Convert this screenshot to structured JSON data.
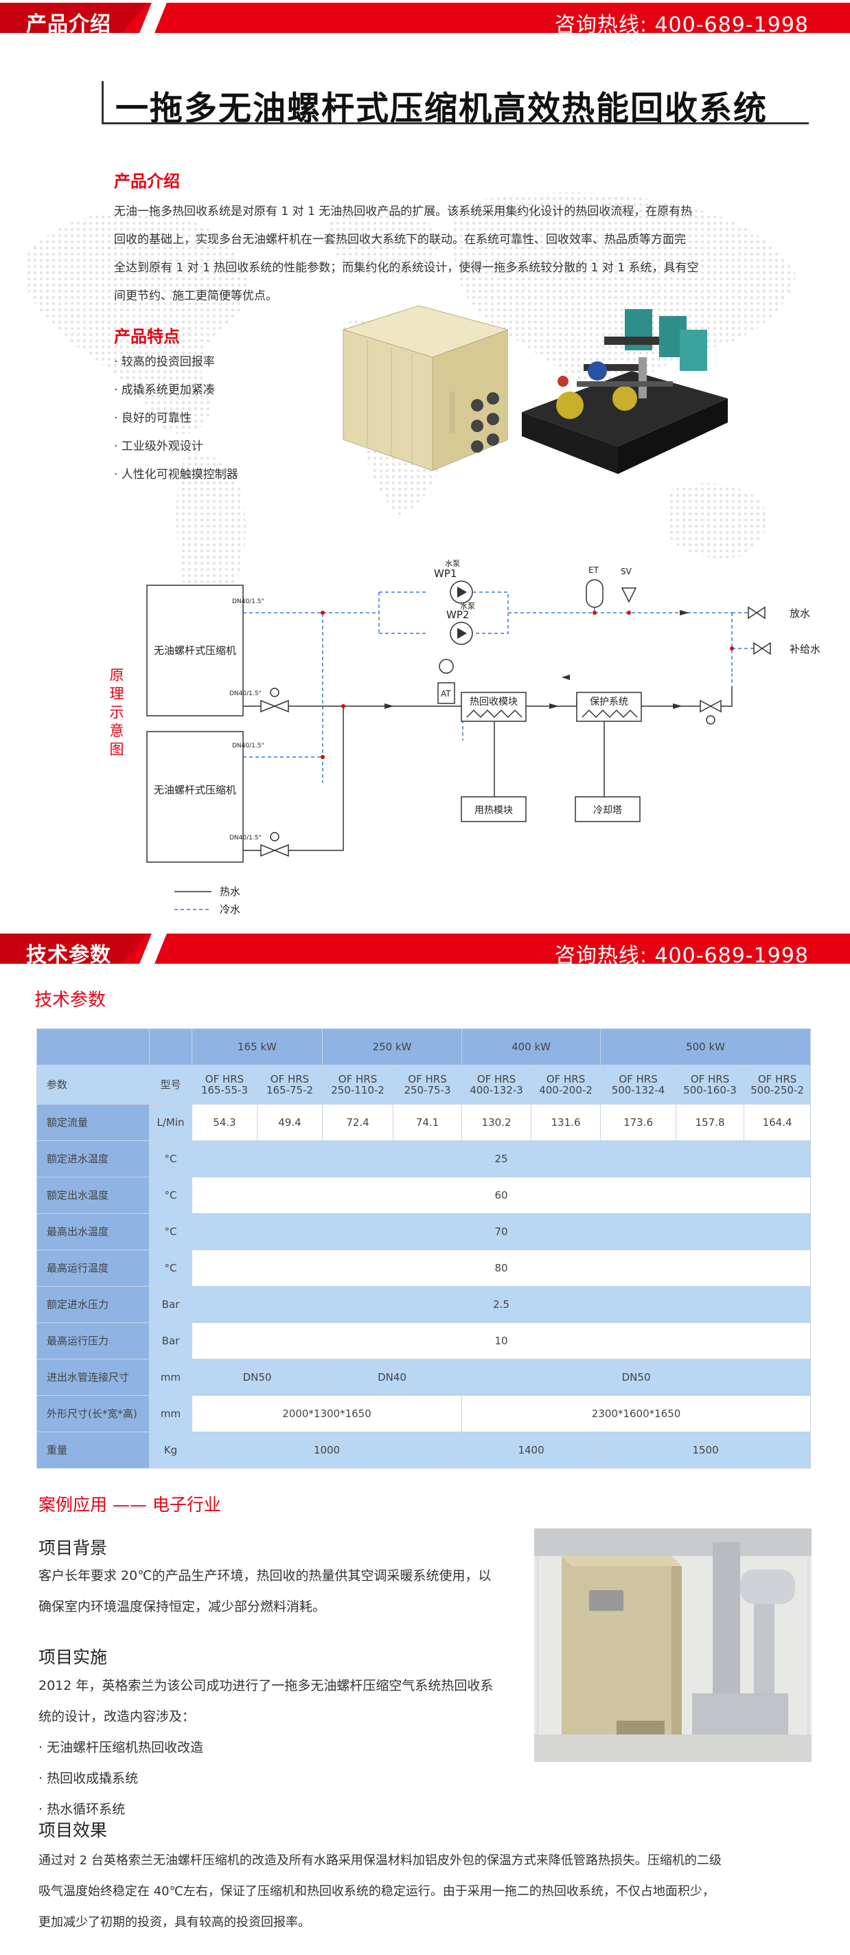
{
  "banner1": {
    "title": "产品介绍",
    "hotline": "咨询热线: 400-689-1998"
  },
  "main_title": "一拖多无油螺杆式压缩机高效热能回收系统",
  "intro": {
    "heading": "产品介绍",
    "lines": [
      "无油一拖多热回收系统是对原有 1 对 1 无油热回收产品的扩展。该系统采用集约化设计的热回收流程，在原有热",
      "回收的基础上，实现多台无油螺杆机在一套热回收大系统下的联动。在系统可靠性、回收效率、热品质等方面完",
      "全达到原有 1 对 1 热回收系统的性能参数；而集约化的系统设计，使得一拖多系统较分散的 1 对 1 系统，具有空",
      "间更节约、施工更简便等优点。"
    ]
  },
  "features": {
    "heading": "产品特点",
    "items": [
      "· 较高的投资回报率",
      "· 成撬系统更加紧凑",
      "· 良好的可靠性",
      "· 工业级外观设计",
      "· 人性化可视触摸控制器"
    ]
  },
  "diagram": {
    "side_label": [
      "原",
      "理",
      "示",
      "意",
      "图"
    ],
    "compressor1": "无油螺杆式压缩机",
    "compressor2": "无油螺杆式压缩机",
    "dn_top1": "DN40/1.5\"",
    "dn_bot1": "DN40/1.5\"",
    "dn_top2": "DN40/1.5\"",
    "dn_bot2": "DN40/1.5\"",
    "pump_label1": "水泵",
    "wp1": "WP1",
    "pump_label2": "水泵",
    "wp2": "WP2",
    "et": "ET",
    "sv": "SV",
    "at": "AT",
    "heat_module": "热回收模块",
    "protect": "保护系统",
    "use_module": "用热模块",
    "cooling_tower": "冷却塔",
    "drain": "放水",
    "makeup": "补给水",
    "legend_hot": "热水",
    "legend_cold": "冷水"
  },
  "banner2": {
    "title": "技术参数",
    "hotline": "咨询热线: 400-689-1998"
  },
  "table": {
    "title": "技术参数",
    "powers": [
      "165 kW",
      "250 kW",
      "400 kW",
      "500 kW"
    ],
    "param_label": "参数",
    "model_label": "型号",
    "models": [
      [
        "OF HRS",
        "165-55-3"
      ],
      [
        "OF HRS",
        "165-75-2"
      ],
      [
        "OF HRS",
        "250-110-2"
      ],
      [
        "OF HRS",
        "250-75-3"
      ],
      [
        "OF HRS",
        "400-132-3"
      ],
      [
        "OF HRS",
        "400-200-2"
      ],
      [
        "OF HRS",
        "500-132-4"
      ],
      [
        "OF HRS",
        "500-160-3"
      ],
      [
        "OF HRS",
        "500-250-2"
      ]
    ],
    "flow": {
      "label": "额定流量",
      "unit": "L/Min",
      "values": [
        "54.3",
        "49.4",
        "72.4",
        "74.1",
        "130.2",
        "131.6",
        "173.6",
        "157.8",
        "164.4"
      ]
    },
    "rows": [
      {
        "label": "额定进水温度",
        "unit": "°C",
        "value": "25"
      },
      {
        "label": "额定出水温度",
        "unit": "°C",
        "value": "60"
      },
      {
        "label": "最高出水温度",
        "unit": "°C",
        "value": "70"
      },
      {
        "label": "最高运行温度",
        "unit": "°C",
        "value": "80"
      },
      {
        "label": "额定进水压力",
        "unit": "Bar",
        "value": "2.5"
      },
      {
        "label": "最高运行压力",
        "unit": "Bar",
        "value": "10"
      }
    ],
    "pipe": {
      "label": "进出水管连接尺寸",
      "unit": "mm",
      "v1": "DN50",
      "v2": "DN40",
      "v3": "DN50"
    },
    "dims": {
      "label": "外形尺寸(长*宽*高)",
      "unit": "mm",
      "v1": "2000*1300*1650",
      "v2": "2300*1600*1650"
    },
    "weight": {
      "label": "重量",
      "unit": "Kg",
      "v1": "1000",
      "v2": "1400",
      "v3": "1500"
    }
  },
  "case": {
    "title": "案例应用 —— 电子行业",
    "bg_heading": "项目背景",
    "bg_lines": [
      "客户长年要求 20℃的产品生产环境，热回收的热量供其空调采暖系统使用，以",
      "确保室内环境温度保持恒定，减少部分燃料消耗。"
    ],
    "impl_heading": "项目实施",
    "impl_lines": [
      "2012 年，英格索兰为该公司成功进行了一拖多无油螺杆压缩空气系统热回收系",
      "统的设计，改造内容涉及：",
      "· 无油螺杆压缩机热回收改造",
      "· 热回收成撬系统",
      "· 热水循环系统"
    ],
    "effect_heading": "项目效果",
    "effect_lines": [
      "通过对 2 台英格索兰无油螺杆压缩机的改造及所有水路采用保温材料加铝皮外包的保温方式来降低管路热损失。压缩机的二级",
      "吸气温度始终稳定在 40℃左右，保证了压缩机和热回收系统的稳定运行。由于采用一拖二的热回收系统，不仅占地面积少，",
      "更加减少了初期的投资，具有较高的投资回报率。"
    ]
  },
  "colors": {
    "accent_red": "#e60012",
    "table_dark": "#8fb4e3",
    "table_light": "#b9d6f2"
  }
}
